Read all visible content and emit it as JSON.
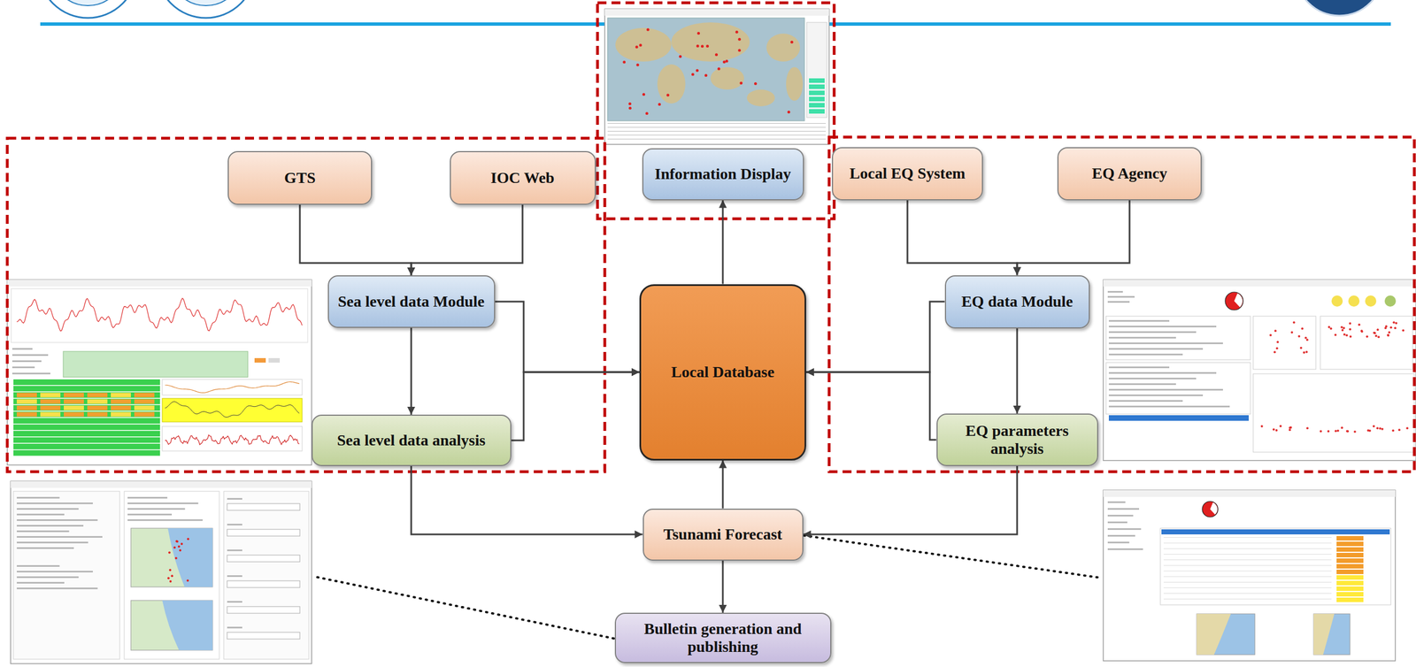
{
  "diagram": {
    "nodes": [
      {
        "text": [
          "GTS"
        ]
      },
      {
        "text": [
          "IOC Web"
        ]
      },
      {
        "text": [
          "Information Display"
        ]
      },
      {
        "text": [
          "Local EQ System"
        ]
      },
      {
        "text": [
          "EQ Agency"
        ]
      },
      {
        "text": [
          "Sea level data Module"
        ]
      },
      {
        "text": [
          "Local Database"
        ]
      },
      {
        "text": [
          "EQ data Module"
        ]
      },
      {
        "text": [
          "Sea level data analysis"
        ]
      },
      {
        "text": [
          "EQ parameters analysis"
        ]
      },
      {
        "text": [
          "Tsunami Forecast"
        ]
      },
      {
        "text": [
          "Bulletin generation and publishing"
        ]
      }
    ],
    "edges": [
      {
        "from": 0,
        "to": 5,
        "arrow": "to"
      },
      {
        "from": 1,
        "to": 5,
        "arrow": "to"
      },
      {
        "from": 3,
        "to": 7,
        "arrow": "to"
      },
      {
        "from": 4,
        "to": 7,
        "arrow": "to"
      },
      {
        "from": 5,
        "to": 8,
        "arrow": "to"
      },
      {
        "from": 5,
        "to": 6,
        "arrow": "to"
      },
      {
        "from": 8,
        "to": 6,
        "arrow": "to"
      },
      {
        "from": 7,
        "to": 9,
        "arrow": "to"
      },
      {
        "from": 7,
        "to": 6,
        "arrow": "to"
      },
      {
        "from": 9,
        "to": 6,
        "arrow": "to"
      },
      {
        "from": 6,
        "to": 2,
        "arrow": "to"
      },
      {
        "from": 8,
        "to": 10,
        "arrow": "to"
      },
      {
        "from": 9,
        "to": 10,
        "arrow": "to"
      },
      {
        "from": 10,
        "to": 6,
        "arrow": "to"
      },
      {
        "from": 10,
        "to": 11,
        "arrow": "to"
      }
    ]
  }
}
